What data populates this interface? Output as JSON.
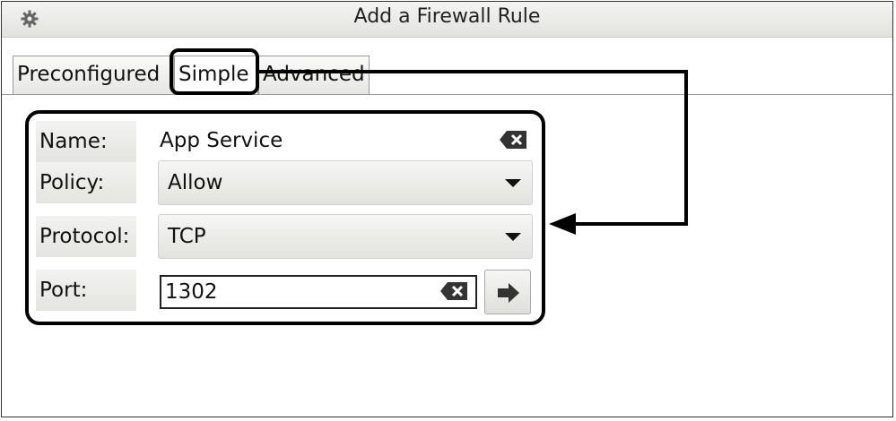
{
  "window": {
    "title": "Add a Firewall Rule",
    "title_icon": "gear-icon"
  },
  "tabs": [
    {
      "label": "Preconfigured",
      "selected": false
    },
    {
      "label": "Simple",
      "selected": true
    },
    {
      "label": "Advanced",
      "selected": false
    }
  ],
  "form": {
    "name_label": "Name:",
    "name_value": "App Service",
    "policy_label": "Policy:",
    "policy_value": "Allow",
    "protocol_label": "Protocol:",
    "protocol_value": "TCP",
    "port_label": "Port:",
    "port_value": "1302"
  },
  "icons": {
    "clear": "clear-text-icon",
    "dropdown": "chevron-down-icon",
    "submit": "arrow-right-icon"
  },
  "colors": {
    "annotation": "#000000",
    "window_border": "#333333"
  }
}
